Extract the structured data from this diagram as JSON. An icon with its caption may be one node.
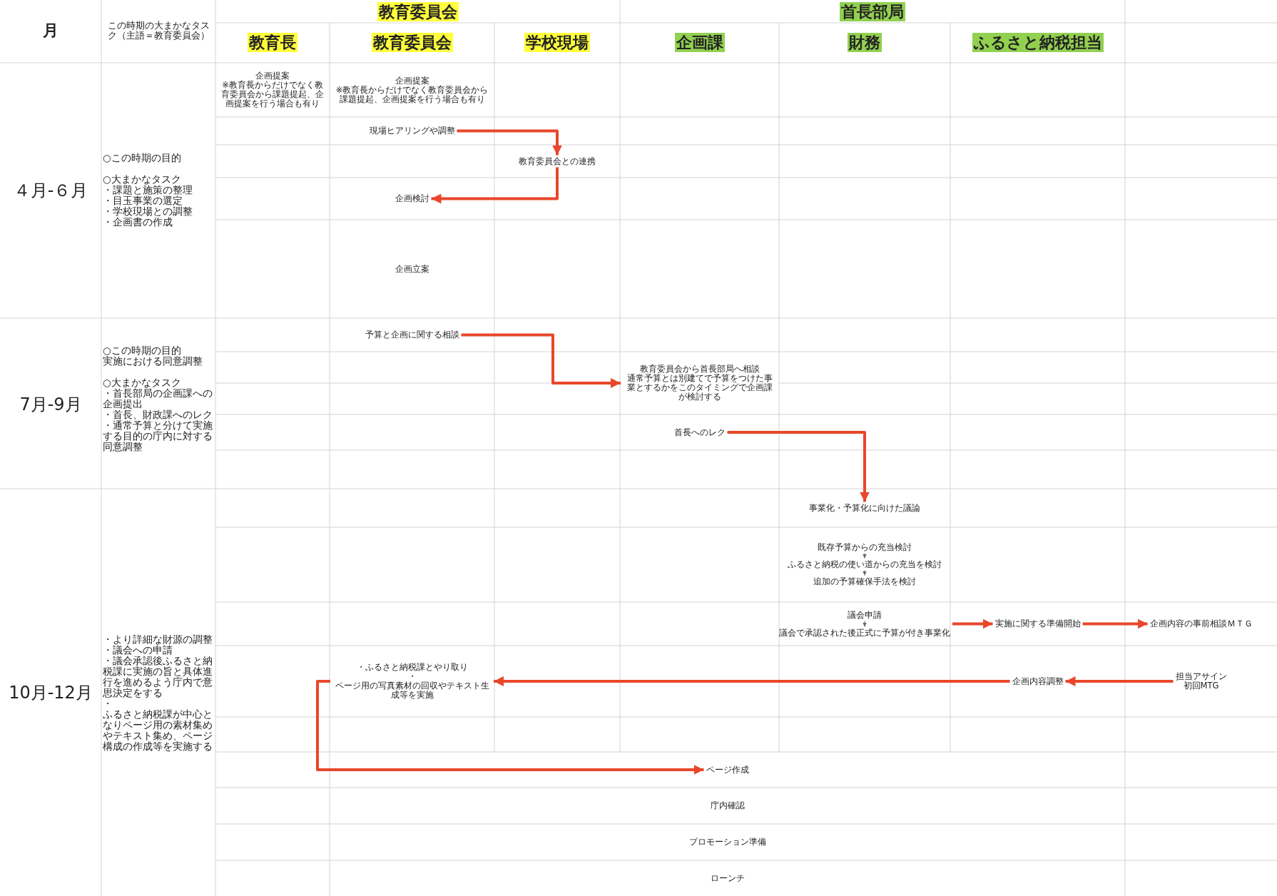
{
  "diagram": {
    "nodes": [
      {
        "text": [
          "企画提案",
          "※教育長からだけでなく教育委員会から課題提起、企画提案を行う場合も有り"
        ]
      },
      {
        "text": [
          "企画提案",
          "※教育長からだけでなく教育委員会から課題提起、企画提案を行う場合も有り"
        ]
      },
      {
        "text": [
          "現場ヒアリングや調整"
        ]
      },
      {
        "text": [
          "教育委員会との連携"
        ]
      },
      {
        "text": [
          "企画検討"
        ]
      },
      {
        "text": [
          "企画立案"
        ]
      },
      {
        "text": [
          "予算と企画に関する相談"
        ]
      },
      {
        "text": [
          "教育委員会から首長部局へ相談",
          "通常予算とは別建てで予算をつけた事業とするかをこのタイミングで企画課が検討する"
        ]
      },
      {
        "text": [
          "首長へのレク"
        ]
      },
      {
        "text": [
          "事業化・予算化に向けた議論"
        ]
      },
      {
        "text": [
          "既存予算からの充当検討"
        ]
      },
      {
        "text": [
          "ふるさと納税の使い道からの充当を検討"
        ]
      },
      {
        "text": [
          "追加の予算確保手法を検討"
        ]
      },
      {
        "text": [
          "議会申請"
        ]
      },
      {
        "text": [
          "議会で承認された後正式に予算が付き事業化"
        ]
      },
      {
        "text": [
          "実施に関する準備開始"
        ]
      },
      {
        "text": [
          "企画内容の事前相談ＭＴＧ"
        ]
      },
      {
        "text": [
          "・ふるさと納税課とやり取り",
          "・",
          "ページ用の写真素材の回収やテキスト生成等を実施"
        ]
      },
      {
        "text": [
          "企画内容調整"
        ]
      },
      {
        "text": [
          "担当アサイン",
          "初回MTG"
        ]
      },
      {
        "text": [
          "ページ作成"
        ]
      },
      {
        "text": [
          "庁内確認"
        ]
      },
      {
        "text": [
          "プロモーション準備"
        ]
      },
      {
        "text": [
          "ローンチ"
        ]
      }
    ],
    "edges": [
      {
        "from": 2,
        "to": 3,
        "arrow": "to"
      },
      {
        "from": 3,
        "to": 4,
        "arrow": "to"
      },
      {
        "from": 6,
        "to": 7,
        "arrow": "to"
      },
      {
        "from": 8,
        "to": 9,
        "arrow": "to"
      },
      {
        "from": 10,
        "to": 11,
        "arrow": "to",
        "color": "#666666"
      },
      {
        "from": 11,
        "to": 12,
        "arrow": "to",
        "color": "#666666"
      },
      {
        "from": 13,
        "to": 14,
        "arrow": "to",
        "color": "#666666"
      },
      {
        "from": 14,
        "to": 15,
        "arrow": "to"
      },
      {
        "from": 15,
        "to": 16,
        "arrow": "to"
      },
      {
        "from": 19,
        "to": 18,
        "arrow": "to"
      },
      {
        "from": 18,
        "to": 17,
        "arrow": "to"
      },
      {
        "from": 17,
        "to": 20,
        "arrow": "to"
      }
    ],
    "labels": [
      "月",
      "この時期の大まかなタスク（主語＝教育委員会）",
      "教育委員会",
      "首長部局",
      "教育長",
      "教育委員会",
      "学校現場",
      "企画課",
      "財務",
      "ふるさと納税担当",
      "４月-６月",
      "○この時期の目的",
      "○大まかなタスク",
      "・課題と施策の整理",
      "・目玉事業の選定",
      "・学校現場との調整",
      "・企画書の作成",
      "7月-9月",
      "○この時期の目的",
      "実施における同意調整",
      "○大まかなタスク",
      "・首長部局の企画課への企画提出",
      "・首長、財政課へのレク",
      "・通常予算と分けて実施する目的の庁内に対する同意調整",
      "10月-12月",
      "・より詳細な財源の調整",
      "・議会への申請",
      "・議会承認後ふるさと納税課に実施の旨と具体進行を進めるよう庁内で意思決定をする",
      "・",
      "ふるさと納税課が中心となりページ用の素材集めやテキスト集め、ページ構成の作成等を実施する"
    ]
  }
}
